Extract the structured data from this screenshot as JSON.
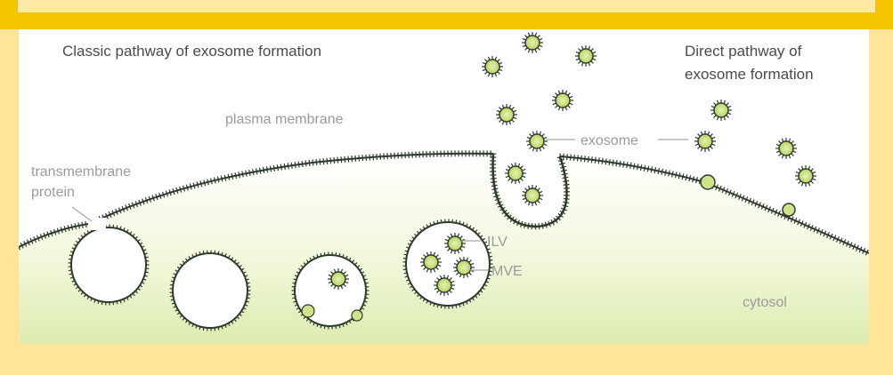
{
  "labels": {
    "classic_title": "Classic pathway of exosome formation",
    "direct_title_line1": "Direct pathway of",
    "direct_title_line2": "exosome formation",
    "plasma_membrane": "plasma membrane",
    "transmembrane_line1": "transmembrane",
    "transmembrane_line2": "protein",
    "exosome": "exosome",
    "ilv": "ILV",
    "mve": "MVE",
    "cytosol": "cytosol"
  },
  "colors": {
    "outer_background": "#ffe49a",
    "top_bar": "#f5c400",
    "panel": "#ffffff",
    "membrane": "#2e3a2e",
    "cytosol_fill": "#eef6cf",
    "vesicle_core": "#c8e07a",
    "label_light": "#9a9a9a",
    "label_dark": "#4a4a4a"
  }
}
